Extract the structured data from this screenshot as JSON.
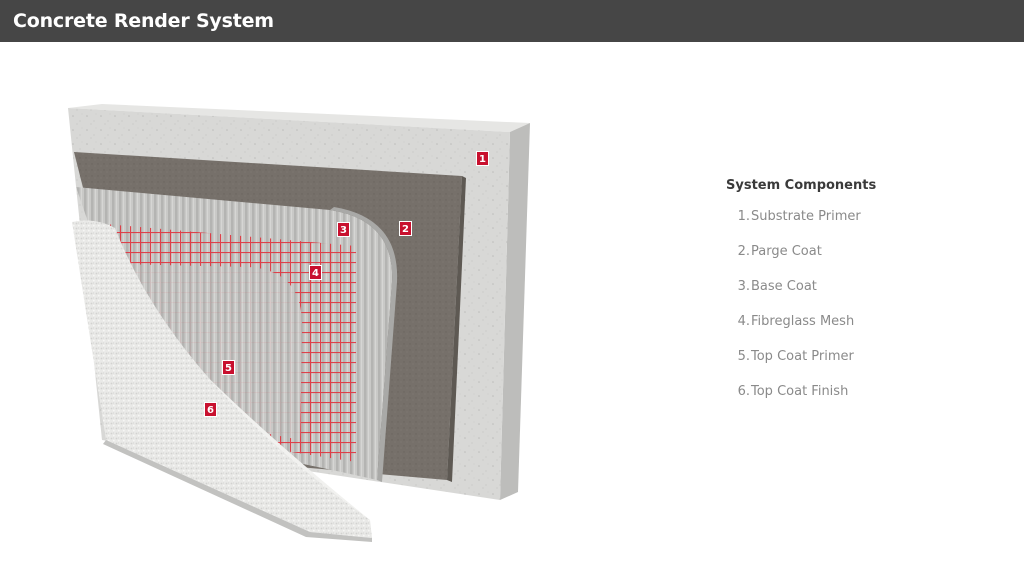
{
  "header": {
    "title": "Concrete Render System"
  },
  "diagram": {
    "markers": [
      "1",
      "2",
      "3",
      "4",
      "5",
      "6"
    ]
  },
  "legend": {
    "title": "System Components",
    "items": [
      {
        "num": "1.",
        "label": "Substrate Primer"
      },
      {
        "num": "2.",
        "label": "Parge Coat"
      },
      {
        "num": "3.",
        "label": "Base Coat"
      },
      {
        "num": "4.",
        "label": "Fibreglass Mesh"
      },
      {
        "num": "5.",
        "label": "Top Coat Primer"
      },
      {
        "num": "6.",
        "label": "Top Coat Finish"
      }
    ]
  },
  "colors": {
    "header_bg": "#464646",
    "marker_red": "#c8102e",
    "parge": "#736d64",
    "concrete": "#d6d6d4",
    "mesh": "#e0323c"
  }
}
